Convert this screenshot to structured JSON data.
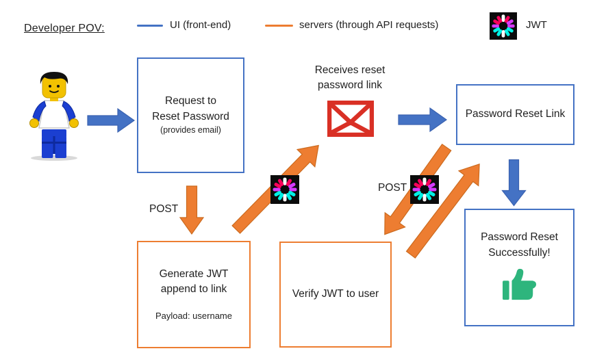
{
  "colors": {
    "blue": "#4472C4",
    "orange": "#ED7D31",
    "red": "#D93025",
    "green": "#2EB57D",
    "text": "#1f1f1f",
    "jwt_black": "#0b0b0b",
    "jwt_white": "#ffffff",
    "jwt_pink": "#fb015b",
    "jwt_purple": "#d63aff",
    "jwt_cyan": "#00f2e6",
    "lego_yellow": "#f2c101",
    "lego_blue": "#1b3fd1",
    "lego_dark_blue": "#0e2a9e"
  },
  "jwt_ray_pattern": [
    "jwt_white",
    "jwt_pink",
    "jwt_purple",
    "jwt_purple",
    "jwt_cyan",
    "jwt_cyan",
    "jwt_white",
    "jwt_cyan",
    "jwt_cyan",
    "jwt_purple",
    "jwt_pink",
    "jwt_pink"
  ],
  "header": {
    "title": "Developer POV:",
    "legend": [
      {
        "swatch": "blue-line",
        "label": "UI (front-end)"
      },
      {
        "swatch": "orange-line",
        "label": "servers (through API requests)"
      },
      {
        "swatch": "jwt-logo",
        "label": "JWT"
      }
    ]
  },
  "diagram": {
    "actor_icon": "lego-user",
    "labels": {
      "post_left": "POST",
      "post_right": "POST",
      "receives_line1": "Receives reset",
      "receives_line2": "password link"
    },
    "boxes": {
      "request": {
        "border": "blue",
        "line1": "Request to",
        "line2": "Reset Password",
        "note": "(provides email)"
      },
      "generate": {
        "border": "orange",
        "line1": "Generate JWT",
        "line2": "append to link",
        "note": "Payload: username"
      },
      "verify": {
        "border": "orange",
        "label": "Verify JWT to user"
      },
      "reset_link": {
        "border": "blue",
        "label": "Password Reset Link"
      },
      "success": {
        "border": "blue",
        "line1": "Password Reset",
        "line2": "Successfully!",
        "icon": "thumbs-up"
      }
    }
  }
}
